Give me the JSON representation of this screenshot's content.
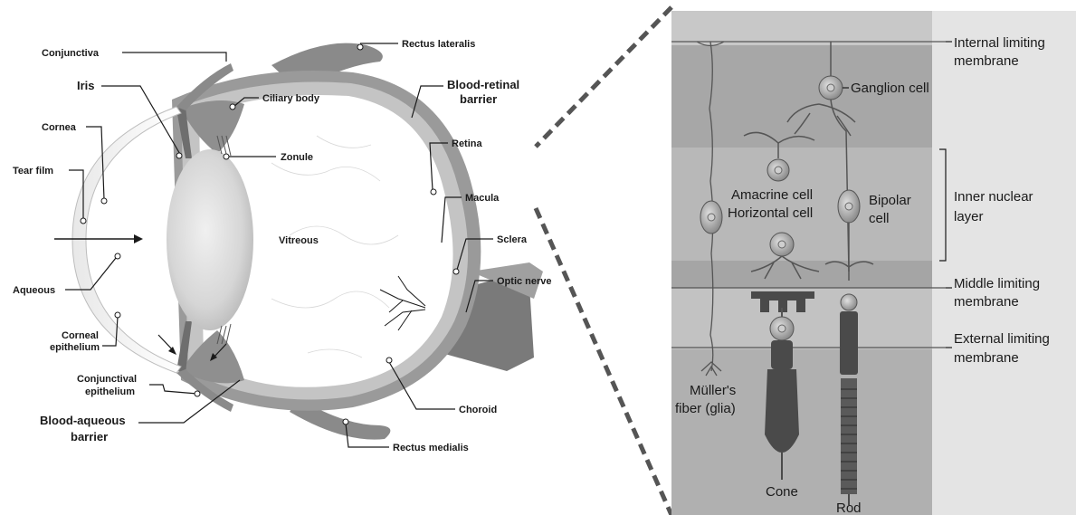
{
  "eye_labels": {
    "conjunctiva": "Conjunctiva",
    "rectus_lateralis": "Rectus lateralis",
    "iris": "Iris",
    "ciliary_body": "Ciliary body",
    "blood_retinal_barrier_1": "Blood-retinal",
    "blood_retinal_barrier_2": "barrier",
    "cornea": "Cornea",
    "zonule": "Zonule",
    "retina": "Retina",
    "tear_film": "Tear film",
    "macula": "Macula",
    "vitreous": "Vitreous",
    "sclera": "Sclera",
    "aqueous": "Aqueous",
    "optic_nerve": "Optic nerve",
    "corneal_epithelium_1": "Corneal",
    "corneal_epithelium_2": "epithelium",
    "conjunctival_epithelium_1": "Conjunctival",
    "conjunctival_epithelium_2": "epithelium",
    "blood_aqueous_barrier_1": "Blood-aqueous",
    "blood_aqueous_barrier_2": "barrier",
    "choroid": "Choroid",
    "rectus_medialis": "Rectus medialis"
  },
  "retina_labels": {
    "internal_limiting_1": "Internal limiting",
    "internal_limiting_2": "membrane",
    "ganglion_cell": "Ganglion cell",
    "amacrine_cell": "Amacrine cell",
    "horizontal_cell": "Horizontal cell",
    "bipolar_1": "Bipolar",
    "bipolar_2": "cell",
    "inner_nuclear_1": "Inner nuclear",
    "inner_nuclear_2": "layer",
    "middle_limiting_1": "Middle limiting",
    "middle_limiting_2": "membrane",
    "external_limiting_1": "External limiting",
    "external_limiting_2": "membrane",
    "muller_1": "Müller's",
    "muller_2": "fiber (glia)",
    "cone": "Cone",
    "rod": "Rod"
  }
}
